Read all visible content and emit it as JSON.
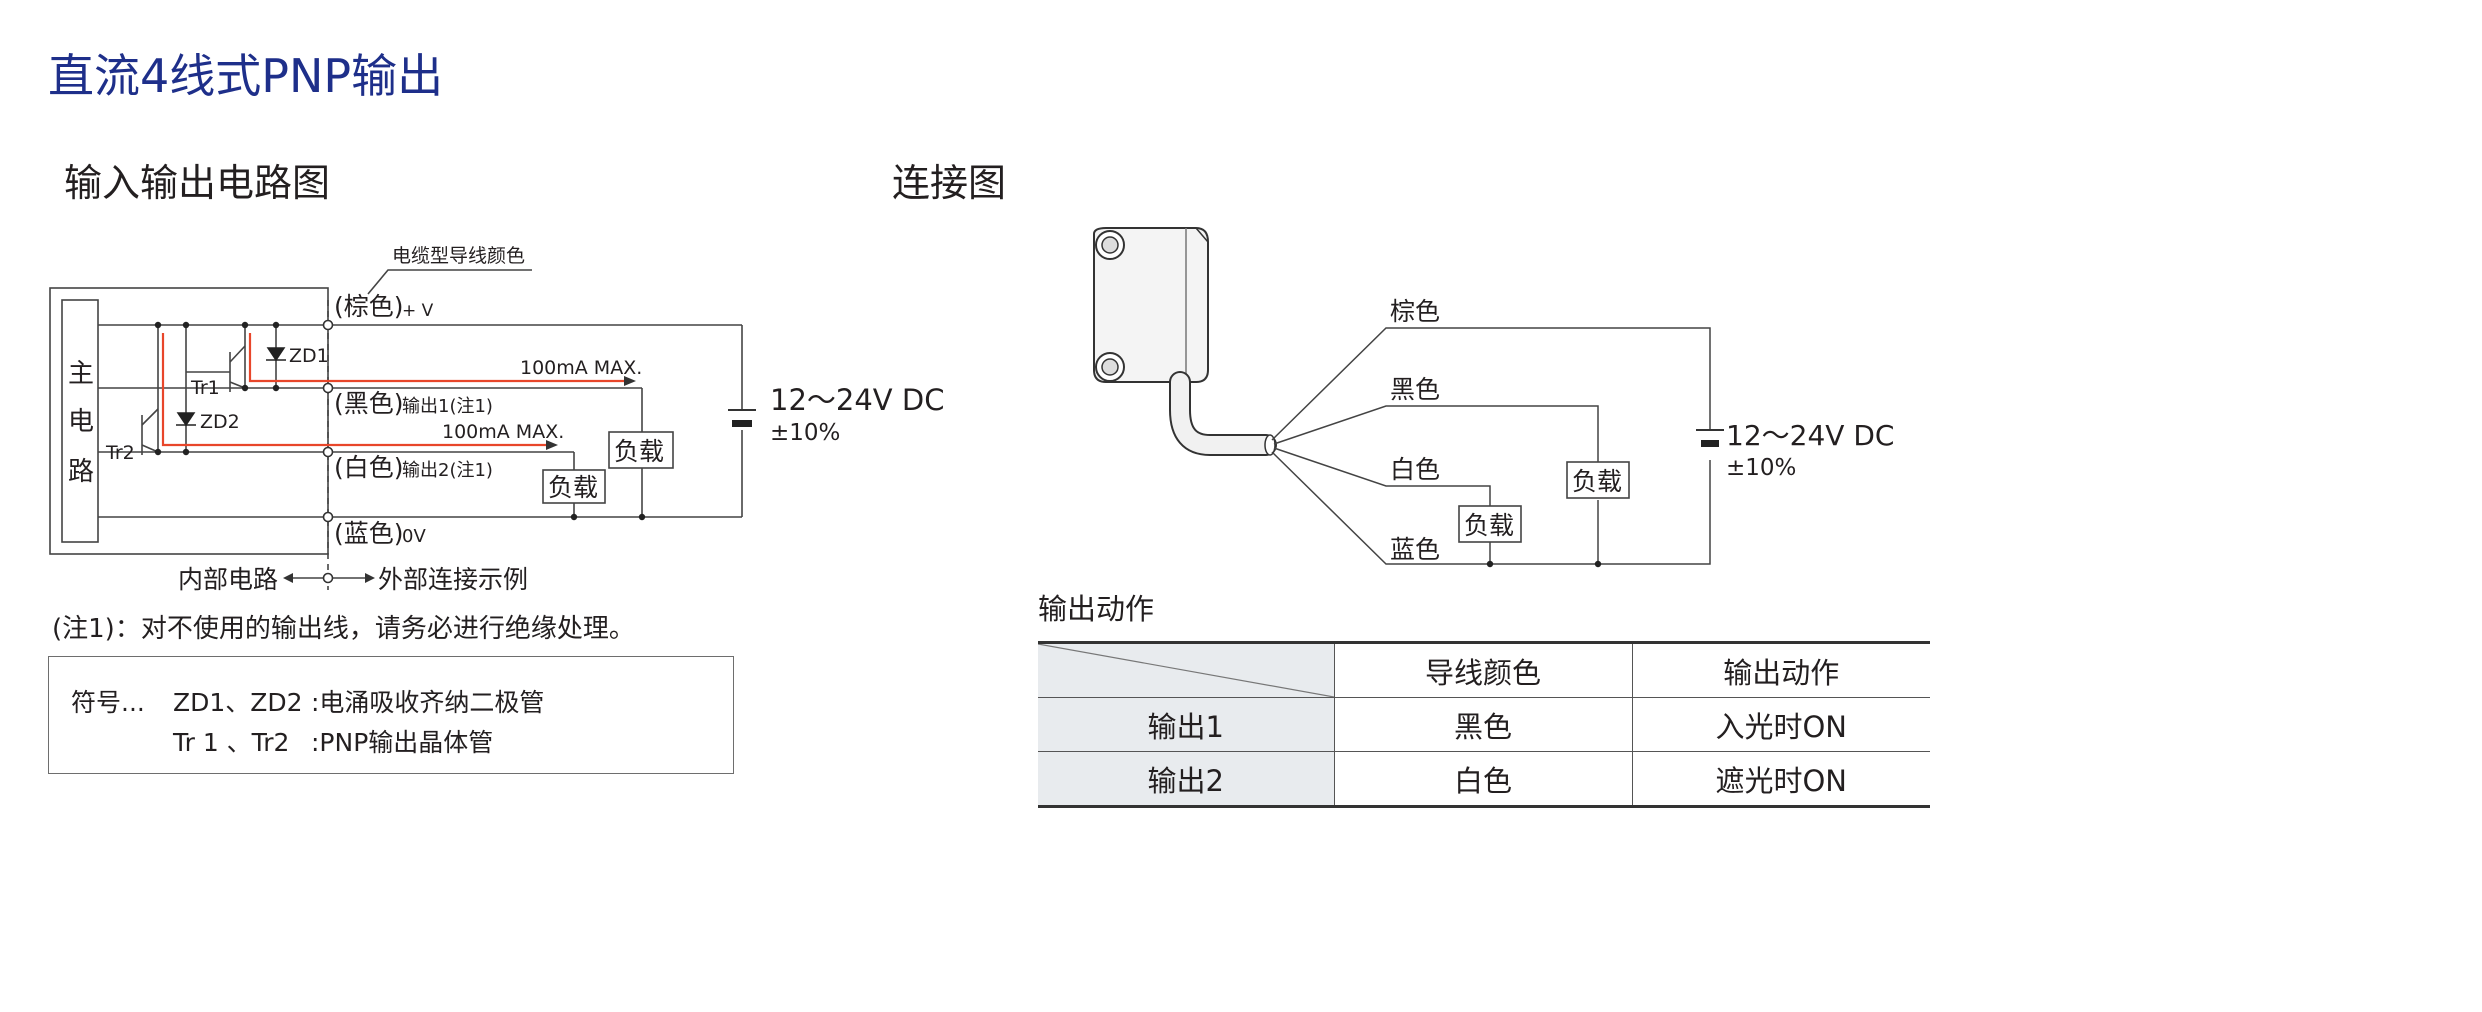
{
  "title": "直流4线式PNP输出",
  "circuit": {
    "heading": "输入输出电路图",
    "cable_label": "电缆型导线颜色",
    "main_circuit": [
      "主",
      "电",
      "路"
    ],
    "wire_brown": "(棕色)",
    "wire_brown_sub": "+ V",
    "wire_black": "(黑色)",
    "wire_black_sub": "输出1(注1)",
    "wire_white": "(白色)",
    "wire_white_sub": "输出2(注1)",
    "wire_blue": "(蓝色)",
    "wire_blue_sub": "0V",
    "current1": "100mA MAX.",
    "current2": "100mA MAX.",
    "tr1": "Tr1",
    "tr2": "Tr2",
    "zd1": "ZD1",
    "zd2": "ZD2",
    "load": "负载",
    "supply_voltage": "12～24V DC",
    "supply_tol": "±10%",
    "inner_label": "内部电路",
    "outer_label": "外部连接示例",
    "note": "(注1)：对不使用的输出线，请务必进行绝缘处理。",
    "legend": [
      {
        "prefix": "符号...",
        "sym": "ZD1、ZD2",
        "desc": ":电涌吸收齐纳二极管"
      },
      {
        "prefix": "",
        "sym": "Tr 1 、Tr2",
        "desc": ":PNP输出晶体管"
      }
    ]
  },
  "connection": {
    "heading": "连接图",
    "wire_brown": "棕色",
    "wire_black": "黑色",
    "wire_white": "白色",
    "wire_blue": "蓝色",
    "load": "负载",
    "supply_voltage": "12～24V DC",
    "supply_tol": "±10%"
  },
  "output_table": {
    "heading": "输出动作",
    "headers": [
      "",
      "导线颜色",
      "输出动作"
    ],
    "rows": [
      [
        "输出1",
        "黑色",
        "入光时ON"
      ],
      [
        "输出2",
        "白色",
        "遮光时ON"
      ]
    ]
  },
  "colors": {
    "title": "#1e2f8a",
    "current_path": "#e8462a",
    "table_header_bg": "#e8ebee",
    "line": "#444444"
  }
}
